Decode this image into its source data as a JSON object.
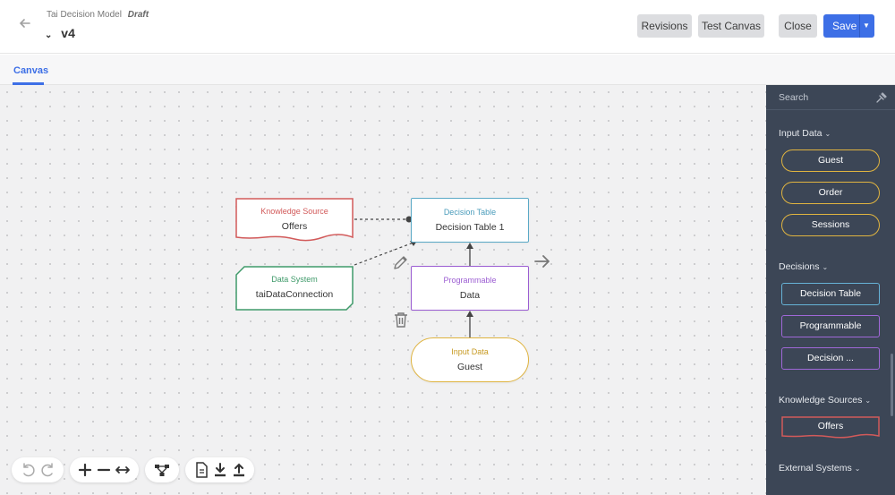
{
  "header": {
    "model_name": "Tai Decision Model",
    "status": "Draft",
    "version": "v4",
    "buttons": {
      "revisions": "Revisions",
      "test_canvas": "Test Canvas",
      "close": "Close",
      "save": "Save"
    },
    "colors": {
      "primary": "#3d6fe6",
      "secondary_button": "#dcdde0"
    }
  },
  "tabs": [
    {
      "label": "Canvas",
      "active": true
    }
  ],
  "canvas": {
    "nodes": {
      "decision_table": {
        "type_label": "Decision Table",
        "name": "Decision Table 1",
        "color": "#5aa9c6"
      },
      "programmable": {
        "type_label": "Programmable",
        "name": "Data",
        "color": "#9b5dd2"
      },
      "input_data": {
        "type_label": "Input Data",
        "name": "Guest",
        "color": "#dfb33f"
      },
      "knowledge_source": {
        "type_label": "Knowledge Source",
        "name": "Offers",
        "color": "#d25a5a"
      },
      "data_system": {
        "type_label": "Data System",
        "name": "taiDataConnection",
        "color": "#3f9a6a"
      }
    },
    "node_tools": [
      "pencil-icon",
      "trash-icon",
      "arrow-right-icon"
    ],
    "toolbar_icons": [
      "undo-icon",
      "redo-icon",
      "zoom-in-icon",
      "zoom-out-icon",
      "fit-width-icon",
      "auto-layout-icon",
      "document-icon",
      "download-icon",
      "upload-icon"
    ]
  },
  "palette": {
    "search_placeholder": "Search",
    "sections": {
      "input_data": {
        "title": "Input Data",
        "items": [
          "Guest",
          "Order",
          "Sessions"
        ]
      },
      "decisions": {
        "title": "Decisions",
        "items": [
          "Decision Table",
          "Programmable",
          "Decision ..."
        ]
      },
      "knowledge_sources": {
        "title": "Knowledge Sources",
        "items": [
          "Offers"
        ]
      },
      "external_systems": {
        "title": "External Systems"
      }
    },
    "colors": {
      "background": "#3c4656"
    }
  }
}
